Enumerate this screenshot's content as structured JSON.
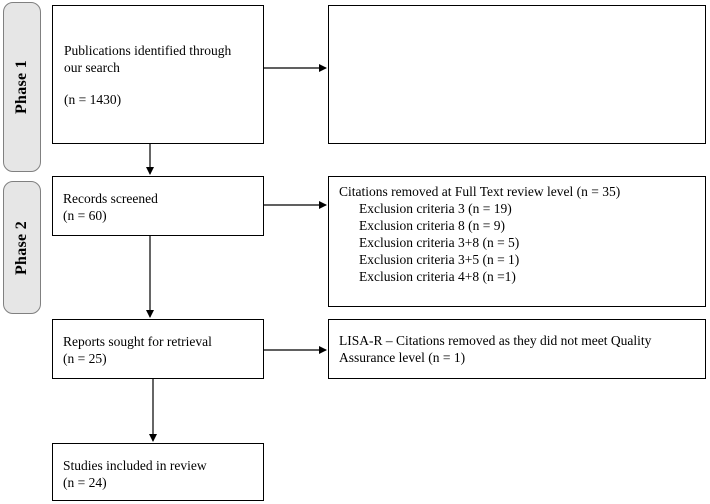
{
  "phases": [
    {
      "label": "Phase 1"
    },
    {
      "label": "Phase 2"
    }
  ],
  "boxes": {
    "identified": {
      "line1": "Publications identified through",
      "line2": "our search",
      "count": "(n = 1430)"
    },
    "excluded_phase1": {
      "text": ""
    },
    "screened": {
      "line1": "Records screened",
      "count": "(n = 60)"
    },
    "fulltext_removed": {
      "title": "Citations removed at Full Text review level (n = 35)",
      "items": [
        "Exclusion criteria 3 (n = 19)",
        "Exclusion criteria 8 (n = 9)",
        "Exclusion criteria 3+8 (n = 5)",
        "Exclusion criteria 3+5 (n = 1)",
        "Exclusion criteria 4+8 (n =1)"
      ]
    },
    "retrieval": {
      "line1": "Reports sought for retrieval",
      "count": "(n = 25)"
    },
    "quality_removed": {
      "line1": "LISA-R – Citations removed as they did not meet Quality",
      "line2": "Assurance level (n = 1)"
    },
    "included": {
      "line1": "Studies included in review",
      "count": "(n = 24)"
    }
  }
}
